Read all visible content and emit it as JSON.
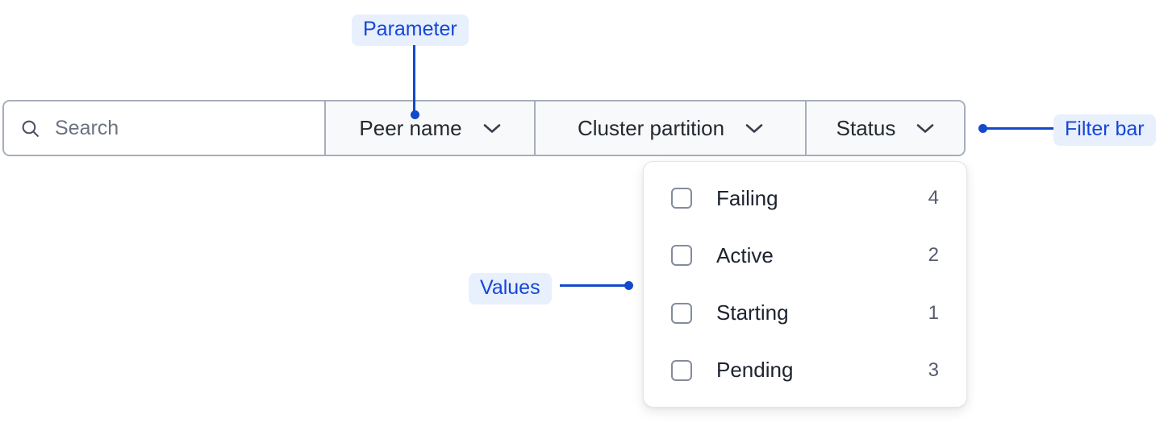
{
  "filter_bar": {
    "search": {
      "placeholder": "Search",
      "value": "",
      "icon": "search-icon"
    },
    "dropdowns": [
      {
        "label": "Peer name",
        "icon": "chevron-down-icon",
        "expanded": false
      },
      {
        "label": "Cluster partition",
        "icon": "chevron-down-icon",
        "expanded": false
      },
      {
        "label": "Status",
        "icon": "chevron-down-icon",
        "expanded": true
      }
    ]
  },
  "status_dropdown": {
    "options": [
      {
        "label": "Failing",
        "count": "4",
        "checked": false
      },
      {
        "label": "Active",
        "count": "2",
        "checked": false
      },
      {
        "label": "Starting",
        "count": "1",
        "checked": false
      },
      {
        "label": "Pending",
        "count": "3",
        "checked": false
      }
    ]
  },
  "annotations": [
    {
      "id": "parameter",
      "label": "Parameter"
    },
    {
      "id": "values",
      "label": "Values"
    },
    {
      "id": "filter_bar",
      "label": "Filter bar"
    }
  ],
  "colors": {
    "annotation_text": "#1447d6",
    "annotation_chip_bg": "#e8effd",
    "annotation_line": "#1449cc",
    "bar_border": "#a7adbb",
    "segment_bg": "#f8f9fa",
    "text_primary": "#1d2230",
    "text_muted": "#555c6b",
    "placeholder": "#6b7280",
    "checkbox_border": "#848b9c",
    "panel_border": "#e3e5e9"
  }
}
